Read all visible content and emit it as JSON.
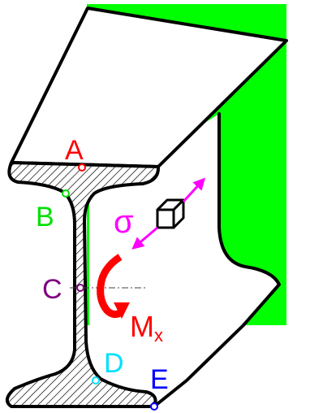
{
  "points": {
    "A": {
      "label": "A",
      "color": "#ff0000"
    },
    "B": {
      "label": "B",
      "color": "#00e000"
    },
    "C": {
      "label": "C",
      "color": "#800080"
    },
    "D": {
      "label": "D",
      "color": "#00e0ff"
    },
    "E": {
      "label": "E",
      "color": "#0000ff"
    }
  },
  "stress_symbol": "σ",
  "moment": {
    "symbol": "M",
    "subscript": "x",
    "color": "#ff0000"
  },
  "colors": {
    "background_panel": "#00ff00",
    "outline": "#000000",
    "stress_arrow": "#ff00ff",
    "hatch": "#000000"
  }
}
